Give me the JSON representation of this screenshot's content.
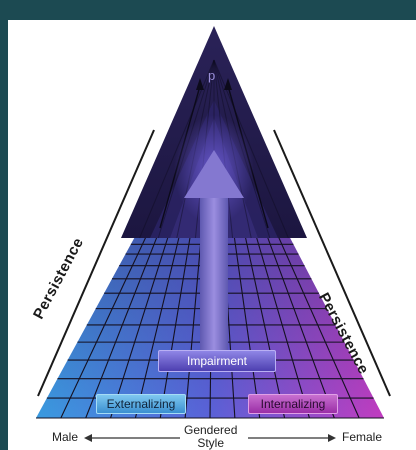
{
  "diagram": {
    "apex_label": "p",
    "center_box": "Impairment",
    "left_box": "Externalizing",
    "right_box": "Internalizing",
    "left_side_label": "Persistence",
    "right_side_label": "Persistence",
    "bottom_left": "Male",
    "bottom_right": "Female",
    "bottom_center_line1": "Gendered",
    "bottom_center_line2": "Style"
  },
  "colors": {
    "frame": "#1c4a52",
    "top_dark": "#221a4e",
    "left_blue": "#3a8fd8",
    "right_magenta": "#b03ab8",
    "arrow": "#7a6cc4"
  }
}
